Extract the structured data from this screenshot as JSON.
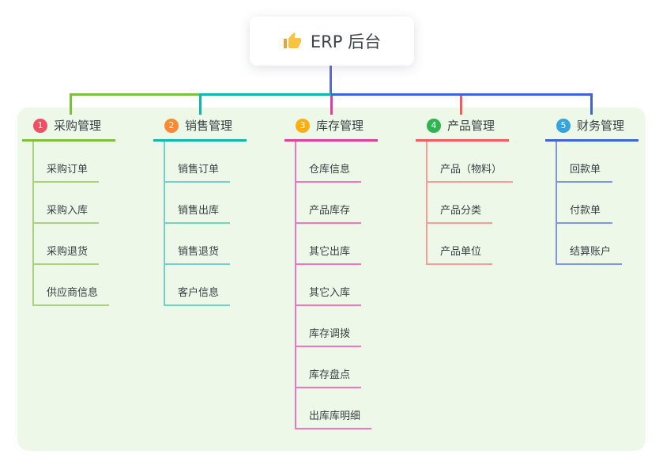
{
  "root": {
    "title": "ERP 后台",
    "icon": "thumbs-up-icon"
  },
  "branches": [
    {
      "index": "1",
      "title": "采购管理",
      "badge_color": "#ef5064",
      "line_color": "#7dbf3e",
      "light_color": "#a8d37c",
      "children": [
        "采购订单",
        "采购入库",
        "采购退货",
        "供应商信息"
      ]
    },
    {
      "index": "2",
      "title": "销售管理",
      "badge_color": "#fb8a35",
      "line_color": "#10b7aa",
      "light_color": "#72d2c8",
      "children": [
        "销售订单",
        "销售出库",
        "销售退货",
        "客户信息"
      ]
    },
    {
      "index": "3",
      "title": "库存管理",
      "badge_color": "#fcae13",
      "line_color": "#dc3f9e",
      "light_color": "#f075bc",
      "children": [
        "仓库信息",
        "产品库存",
        "其它出库",
        "其它入库",
        "库存调拨",
        "库存盘点",
        "出库库明细"
      ]
    },
    {
      "index": "4",
      "title": "产品管理",
      "badge_color": "#2eb450",
      "line_color": "#f45c5c",
      "light_color": "#f89c98",
      "children": [
        "产品（物料）",
        "产品分类",
        "产品单位"
      ]
    },
    {
      "index": "5",
      "title": "财务管理",
      "badge_color": "#35a4de",
      "line_color": "#3d63d5",
      "light_color": "#7e97e0",
      "children": [
        "回款单",
        "付款单",
        "结算账户"
      ]
    }
  ],
  "colors": {
    "panel_bg": "#eef8e8",
    "trunk": "#5a6bcc",
    "text": "#3b4045"
  }
}
